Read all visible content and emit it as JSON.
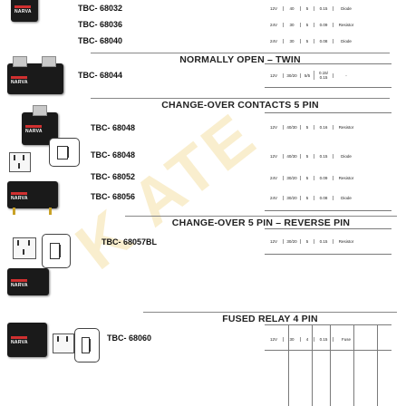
{
  "watermark": "K ATE",
  "sections": [
    {
      "title": ""
    },
    {
      "title": "NORMALLY OPEN – TWIN"
    },
    {
      "title": "CHANGE-OVER CONTACTS 5 PIN"
    },
    {
      "title": "CHANGE-OVER 5 PIN – REVERSE PIN"
    },
    {
      "title": "FUSED RELAY 4 PIN"
    }
  ],
  "parts": [
    {
      "code": "TBC- 68032",
      "specs": [
        "12V",
        "40",
        "5",
        "0.15",
        "Diode"
      ]
    },
    {
      "code": "TBC- 68036",
      "specs": [
        "24V",
        "30",
        "5",
        "0.09",
        "Resistor"
      ]
    },
    {
      "code": "TBC- 68040",
      "specs": [
        "24V",
        "30",
        "5",
        "0.08",
        "Diode"
      ]
    },
    {
      "code": "TBC- 68044",
      "specs": [
        "12V",
        "30/20",
        "5/5",
        "0.15/ 0.15",
        "-"
      ]
    },
    {
      "code": "TBC- 68048",
      "specs": [
        "12V",
        "40/30",
        "5",
        "0.16",
        "Resistor"
      ]
    },
    {
      "code": "TBC- 68048",
      "specs": [
        "12V",
        "40/30",
        "5",
        "0.15",
        "Diode"
      ]
    },
    {
      "code": "TBC- 68052",
      "specs": [
        "24V",
        "30/20",
        "5",
        "0.09",
        "Resistor"
      ]
    },
    {
      "code": "TBC- 68056",
      "specs": [
        "24V",
        "30/20",
        "5",
        "0.08",
        "Diode"
      ]
    },
    {
      "code": "TBC- 68057BL",
      "specs": [
        "12V",
        "30/20",
        "5",
        "0.15",
        "Resistor"
      ]
    },
    {
      "code": "TBC- 68060",
      "specs": [
        "12V",
        "30",
        "4",
        "0.15",
        "Fuse"
      ]
    }
  ],
  "brand": "NARVA",
  "colors": {
    "watermark": "#e2b21e",
    "relay_body": "#1a1a1a",
    "accent": "#d03030"
  }
}
